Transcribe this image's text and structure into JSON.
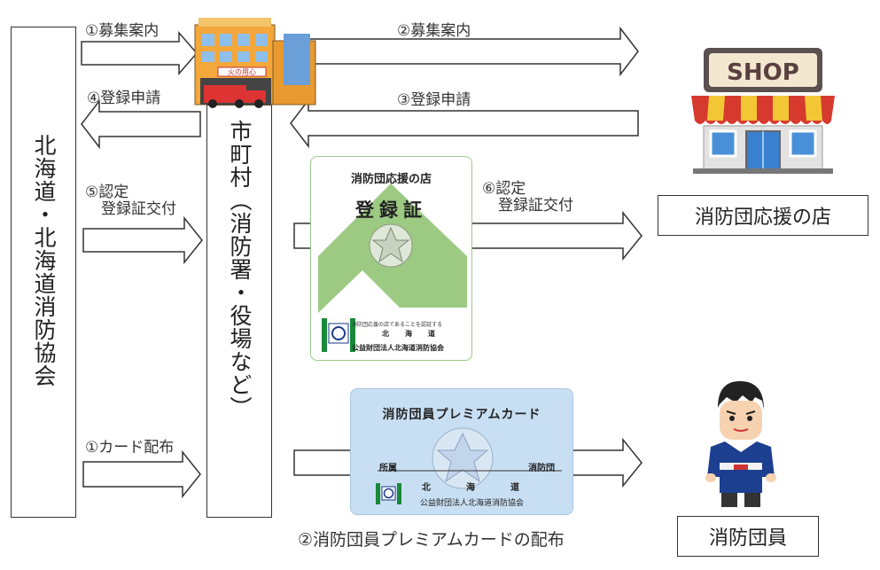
{
  "entities": {
    "hokkaido": "北海道・北海道消防協会",
    "municipality": "市町村（消防署・役場など）",
    "shop": "消防団応援の店",
    "member": "消防団員"
  },
  "flows": {
    "recruit_to_muni": "①募集案内",
    "recruit_to_shop": "②募集案内",
    "apply_from_shop": "③登録申請",
    "apply_to_hokkaido": "④登録申請",
    "cert_issue_line1": "⑤認定",
    "cert_issue_line2": "登録証交付",
    "cert_to_shop_line1": "⑥認定",
    "cert_to_shop_line2": "登録証交付",
    "card_to_muni": "①カード配布",
    "card_to_member": "②消防団員プレミアムカードの配布"
  },
  "certificate": {
    "title": "消防団応援の店",
    "big": "登録証",
    "note": "消防団応援の店であることを認証する",
    "prefecture": "北海道",
    "issuer": "公益財団法人北海道消防協会"
  },
  "card": {
    "title": "消防団員プレミアムカード",
    "field1": "所属",
    "field2": "消防団",
    "prefecture": "北海道",
    "issuer": "公益財団法人北海道消防協会"
  },
  "icons": {
    "shop_sign": "SHOP",
    "building_sign": "火の用心"
  },
  "colors": {
    "cert_green": "#8cc16d",
    "card_blue": "#c8dff3",
    "awning_red": "#d63a2f",
    "awning_yellow": "#f3c636"
  }
}
